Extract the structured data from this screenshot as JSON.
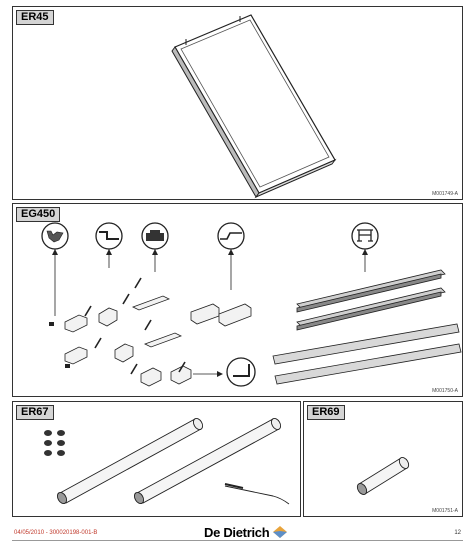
{
  "panels": {
    "er45": {
      "tag": "ER45",
      "ref": "M001749-A"
    },
    "eg450": {
      "tag": "EG450",
      "ref": "M001750-A"
    },
    "er67": {
      "tag": "ER67"
    },
    "er69": {
      "tag": "ER69",
      "ref": "M001751-A"
    }
  },
  "footer": {
    "date_ref": "04/05/2010 - 300020198-001-B",
    "brand": "De Dietrich",
    "page": "12"
  },
  "colors": {
    "panel_tag_bg": "#d4d4d4",
    "footer_left_text": "#c0392b",
    "logo_orange": "#e8a33b",
    "logo_blue": "#5d8fc8"
  }
}
